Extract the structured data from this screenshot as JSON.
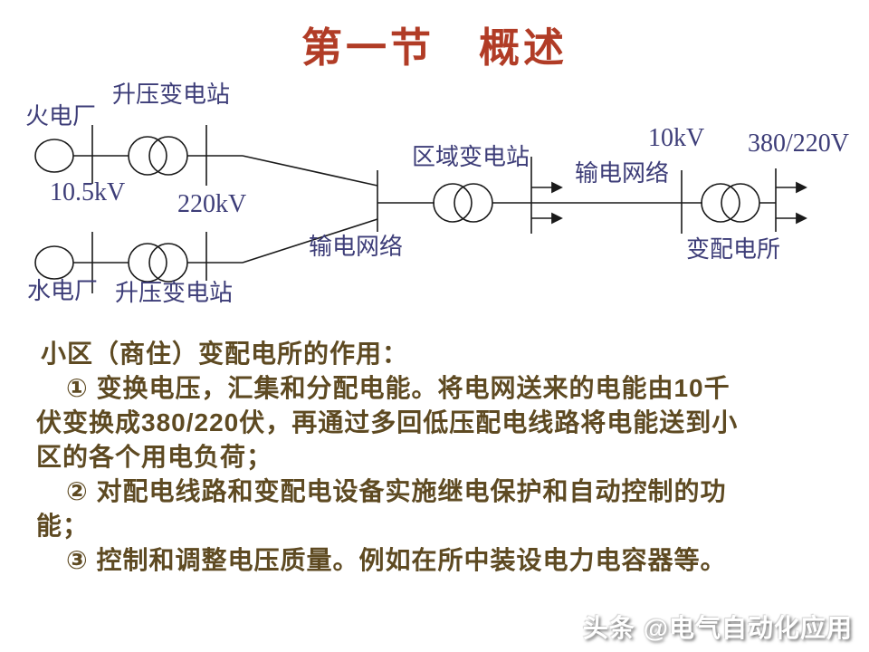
{
  "title": "第一节　概述",
  "colors": {
    "title_red": "#b13c26",
    "diagram_label_blue": "#3d3d78",
    "diagram_line_black": "#1a1a1a",
    "body_text_brown": "#5e4a22",
    "background": "#ffffff"
  },
  "diagram": {
    "labels": {
      "thermal_plant": "火电厂",
      "stepup_top": "升压变电站",
      "gen_voltage_top": "10.5kV",
      "grid_voltage_top": "220kV",
      "hydro_plant": "水电厂",
      "stepup_bottom": "升压变电站",
      "transmission_left": "输电网络",
      "regional_substation": "区域变电站",
      "transmission_right": "输电网络",
      "voltage_10kv": "10kV",
      "voltage_380_220": "380/220V",
      "distribution_substation": "变配电所"
    }
  },
  "body": {
    "heading": "小区（商住）变配电所的作用：",
    "lines": [
      {
        "text": "① 变换电压，汇集和分配电能。将电网送来的电能由10千",
        "indent": true
      },
      {
        "text": "伏变换成380/220伏，再通过多回低压配电线路将电能送到小",
        "indent": false
      },
      {
        "text": "区的各个用电负荷；",
        "indent": false
      },
      {
        "text": "② 对配电线路和变配电设备实施继电保护和自动控制的功",
        "indent": true
      },
      {
        "text": "能；",
        "indent": false
      },
      {
        "text": "③ 控制和调整电压质量。例如在所中装设电力电容器等。",
        "indent": true
      }
    ]
  },
  "watermark": "头条 @电气自动化应用"
}
